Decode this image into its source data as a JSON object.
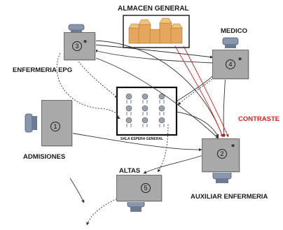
{
  "labels": {
    "almacen": "ALMACEN GENERAL",
    "medico": "MEDICO",
    "enfermeria_epg": "ENFERMERIA EPG",
    "contraste": "CONTRASTE",
    "admisiones": "ADMISIONES",
    "sala_espera": "SALA ESPERA GENERAL",
    "altas": "ALTAS",
    "auxiliar_enfermeria": "AUXILIAR ENFERMERIA"
  },
  "stations": {
    "s1": {
      "number": "1"
    },
    "s2": {
      "number": "2",
      "marker": "*"
    },
    "s3": {
      "number": "3",
      "marker": "*"
    },
    "s4": {
      "number": "4",
      "marker": "*"
    },
    "s5": {
      "number": "5"
    }
  },
  "colors": {
    "desk": "#a9a9a9",
    "chair": "#7f8fa8",
    "arrow": "#333333",
    "contraste": "#d42020",
    "box": "#e3a85c"
  }
}
